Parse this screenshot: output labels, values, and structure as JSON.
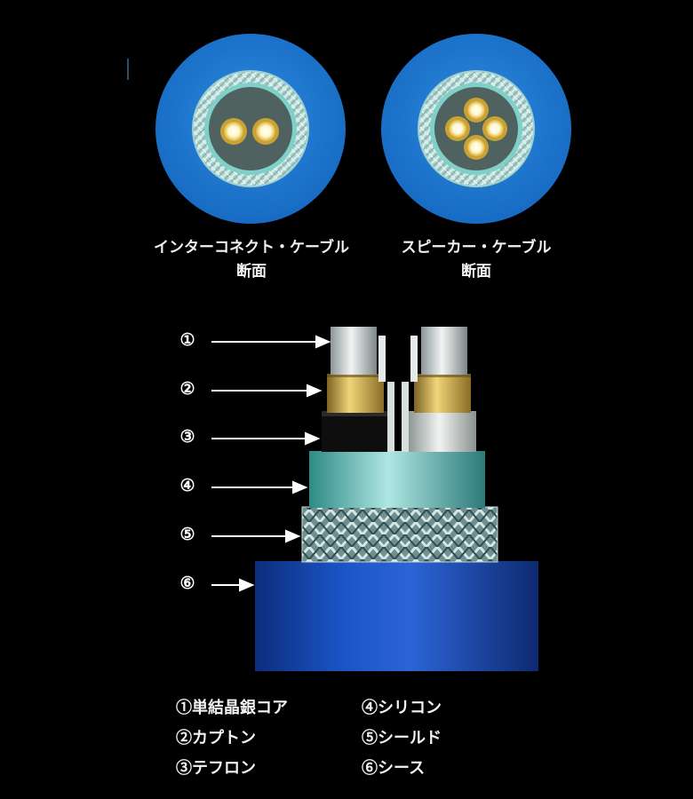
{
  "cross_sections": [
    {
      "caption_line1": "インターコネクト・ケーブル",
      "caption_line2": "断面"
    },
    {
      "caption_line1": "スピーカー・ケーブル",
      "caption_line2": "断面"
    }
  ],
  "layer_markers": [
    "①",
    "②",
    "③",
    "④",
    "⑤",
    "⑥"
  ],
  "legend": [
    {
      "label": "①単結晶銀コア"
    },
    {
      "label": "②カプトン"
    },
    {
      "label": "③テフロン"
    },
    {
      "label": "④シリコン"
    },
    {
      "label": "⑤シールド"
    },
    {
      "label": "⑥シース"
    }
  ],
  "colors": {
    "background": "#000000",
    "sheath": "#1f73c9",
    "silicone": "#8fd3cf",
    "shield_braid": "#9ec9c4",
    "kapton": "#d8b34a",
    "teflon_black": "#111111",
    "silver_core": "#d9dfe0"
  }
}
